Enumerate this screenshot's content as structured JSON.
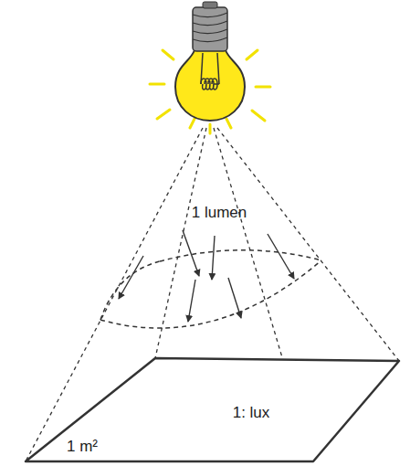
{
  "diagram": {
    "nodes": [
      {
        "text": [
          "1: lux",
          "1 m²"
        ]
      }
    ],
    "labels": [
      "1 lumen"
    ]
  }
}
